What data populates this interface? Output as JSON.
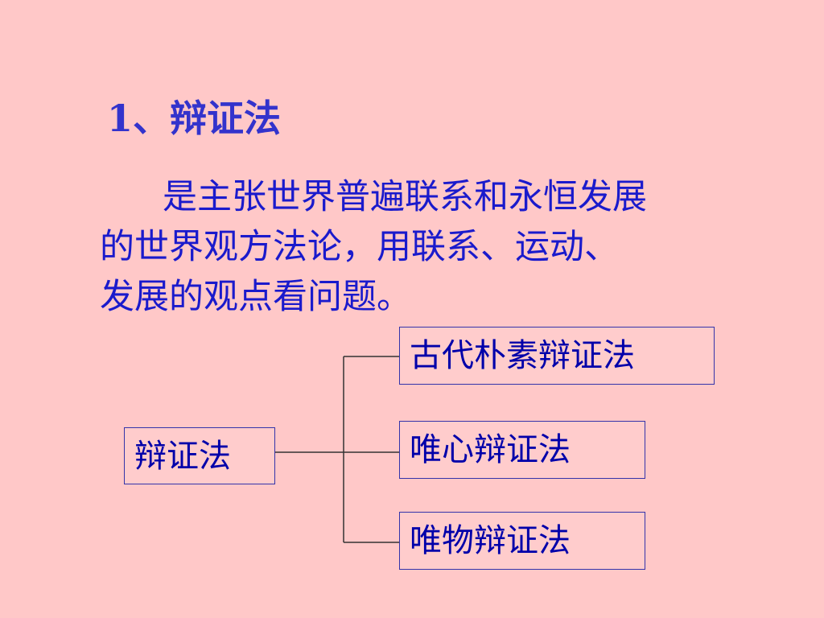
{
  "slide": {
    "title": "1、辩证法",
    "body_lines": [
      "是主张世界普遍联系和永恒发展",
      "的世界观方法论，用联系、运动、",
      "发展的观点看问题。"
    ]
  },
  "diagram": {
    "root": "辩证法",
    "branches": [
      "古代朴素辩证法",
      "唯心辩证法",
      "唯物辩证法"
    ],
    "line_color": "#333333",
    "box_border_color": "#3333aa",
    "text_color": "#0000aa"
  }
}
